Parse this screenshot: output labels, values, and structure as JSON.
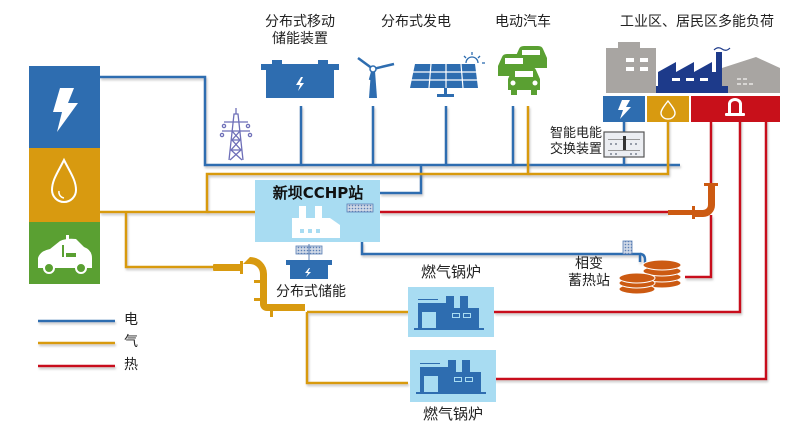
{
  "diagram": {
    "title": "新坝CCHP站 多能互补系统示意图",
    "colors": {
      "electric": "#2e6db0",
      "gas": "#d89a10",
      "heat": "#c8101a",
      "station_fill": "#a8dcf2",
      "ev_green": "#5aa032",
      "building_gray": "#a8a5a2",
      "factory_navy": "#1d3a8a",
      "storage_orange": "#cc5a12"
    },
    "sources": [
      {
        "id": "electric",
        "icon": "lightning-icon"
      },
      {
        "id": "gas",
        "icon": "gas-drop-icon"
      },
      {
        "id": "ev",
        "icon": "electric-car-icon"
      }
    ],
    "top_components": {
      "mobile_storage": {
        "label_line1": "分布式移动",
        "label_line2": "储能装置",
        "icon": "battery-icon"
      },
      "distributed_generation": {
        "label": "分布式发电",
        "icons": [
          "wind-turbine-icon",
          "solar-panel-icon"
        ]
      },
      "electric_vehicles": {
        "label": "电动汽车",
        "icon": "cars-icon"
      },
      "load": {
        "label": "工业区、居民区多能负荷",
        "icons": [
          "building-icon",
          "factory-icon",
          "warehouse-icon"
        ]
      },
      "load_ports": [
        {
          "id": "electric",
          "icon": "lightning-icon"
        },
        {
          "id": "gas",
          "icon": "gas-drop-icon"
        },
        {
          "id": "heat",
          "icon": "heat-icon"
        }
      ]
    },
    "grid_tower": {
      "icon": "transmission-tower-icon"
    },
    "smart_exchange": {
      "label_line1": "智能电能",
      "label_line2": "交换装置",
      "icon": "switchgear-icon"
    },
    "cchp_station": {
      "label": "新坝CCHP站",
      "icon": "plant-icon"
    },
    "distributed_storage": {
      "label": "分布式储能",
      "icon": "battery-icon"
    },
    "phase_change_storage": {
      "label_line1": "相变",
      "label_line2": "蓄热站",
      "icon": "thermal-storage-icon"
    },
    "boilers": [
      {
        "label": "燃气锅炉",
        "icon": "boiler-icon"
      },
      {
        "label": "燃气锅炉",
        "icon": "boiler-icon"
      }
    ],
    "legend": [
      {
        "label": "电",
        "color": "#2e6db0"
      },
      {
        "label": "气",
        "color": "#d89a10"
      },
      {
        "label": "热",
        "color": "#c8101a"
      }
    ]
  }
}
